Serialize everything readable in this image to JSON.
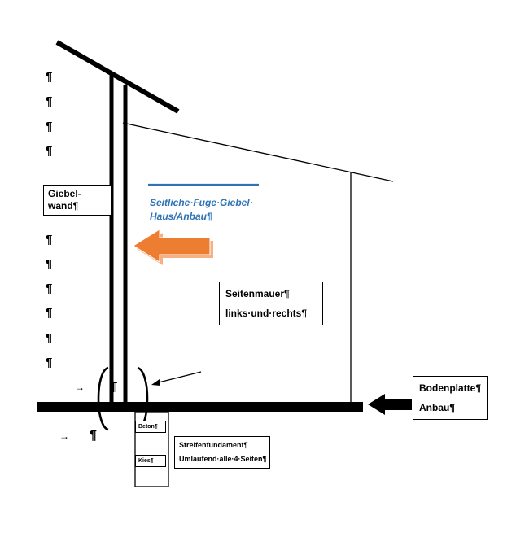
{
  "colors": {
    "blue": "#2E74B5",
    "orange": "#ED7D31",
    "orange_shadow": "#F5B183",
    "black": "#000000"
  },
  "marks": {
    "pilcrow": "¶",
    "arrow_right": "→"
  },
  "labels": {
    "giebelwand": {
      "line1": "Giebel-",
      "line2": "wand¶"
    },
    "fuge": {
      "line1": "Seitliche·Fuge·Giebel·",
      "line2": "Haus/Anbau¶"
    },
    "seitenmauer": {
      "line1": "Seitenmauer¶",
      "line2": "links·und·rechts¶"
    },
    "bodenplatte": {
      "line1": "Bodenplatte¶",
      "line2": "Anbau¶"
    },
    "streifenfundament": {
      "line1": "Streifenfundament¶",
      "line2": "Umlaufend·alle·4·Seiten¶"
    },
    "beton": "Beton¶",
    "kies": "Kies¶"
  }
}
